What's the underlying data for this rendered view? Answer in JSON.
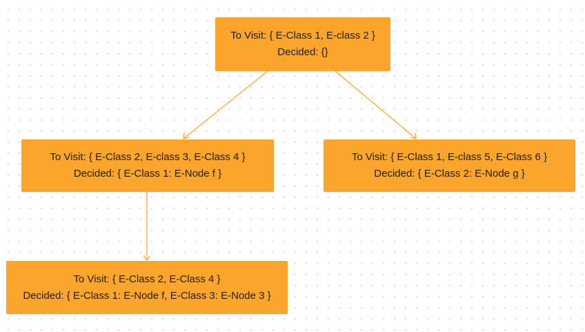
{
  "nodes": {
    "root": {
      "to_visit": "To Visit: { E-Class 1, E-class 2 }",
      "decided": "Decided: {}"
    },
    "left": {
      "to_visit": "To Visit: { E-Class 2, E-class 3, E-Class 4 }",
      "decided": "Decided: { E-Class 1: E-Node f }"
    },
    "right": {
      "to_visit": "To Visit: { E-Class 1, E-class 5, E-Class 6 }",
      "decided": "Decided: { E-Class 2: E-Node g }"
    },
    "bottom": {
      "to_visit": "To Visit: { E-Class 2, E-Class 4 }",
      "decided": "Decided: { E-Class 1: E-Node f, E-Class 3: E-Node 3 }"
    }
  },
  "edges": [
    {
      "from": "root",
      "to": "left"
    },
    {
      "from": "root",
      "to": "right"
    },
    {
      "from": "left",
      "to": "bottom"
    }
  ],
  "colors": {
    "node_fill": "#FCA52C",
    "edge": "#FCA52C",
    "text": "#1e1e1e",
    "background": "#ffffff",
    "grid_dot": "#d6d6d6"
  }
}
